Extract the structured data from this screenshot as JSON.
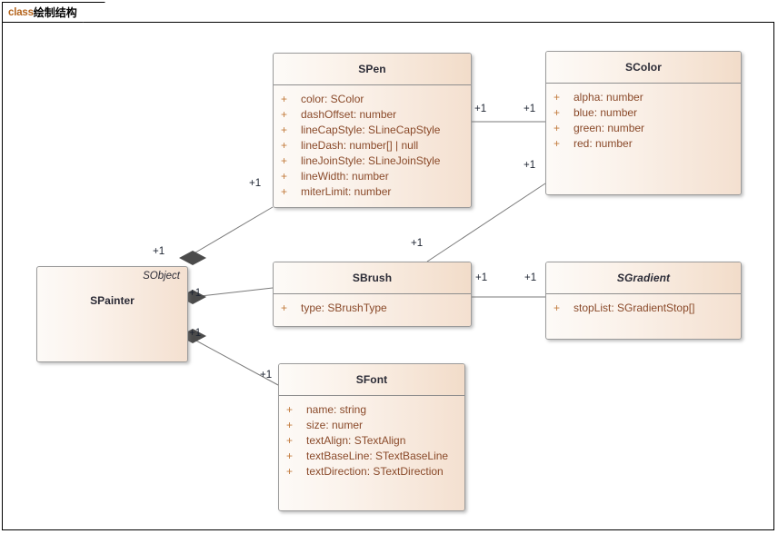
{
  "frame": {
    "keyword": "class",
    "name": "绘制结构"
  },
  "colors": {
    "class_border": "#9a9a9a",
    "class_fill_light": "#fdfaf7",
    "class_fill_dark": "#f4e0d0",
    "title_text": "#2b2b36",
    "attribute_text": "#8a4a2a",
    "visibility_text": "#c27a3c",
    "connector_line": "#7a7a7a",
    "diamond_fill": "#4b4b4b",
    "frame_border": "#000000",
    "tab_keyword": "#b5651d"
  },
  "classes": {
    "spen": {
      "name": "SPen",
      "abstract": false,
      "attributes": [
        {
          "visibility": "+",
          "text": "color: SColor"
        },
        {
          "visibility": "+",
          "text": "dashOffset: number"
        },
        {
          "visibility": "+",
          "text": "lineCapStyle: SLineCapStyle"
        },
        {
          "visibility": "+",
          "text": "lineDash: number[] | null"
        },
        {
          "visibility": "+",
          "text": "lineJoinStyle: SLineJoinStyle"
        },
        {
          "visibility": "+",
          "text": "lineWidth: number"
        },
        {
          "visibility": "+",
          "text": "miterLimit: number"
        }
      ]
    },
    "scolor": {
      "name": "SColor",
      "abstract": false,
      "attributes": [
        {
          "visibility": "+",
          "text": "alpha: number"
        },
        {
          "visibility": "+",
          "text": "blue: number"
        },
        {
          "visibility": "+",
          "text": "green: number"
        },
        {
          "visibility": "+",
          "text": "red: number"
        }
      ]
    },
    "spainter": {
      "name": "SPainter",
      "stereotype": "SObject",
      "abstract": false,
      "attributes": []
    },
    "sbrush": {
      "name": "SBrush",
      "abstract": false,
      "attributes": [
        {
          "visibility": "+",
          "text": "type: SBrushType"
        }
      ]
    },
    "sgradient": {
      "name": "SGradient",
      "abstract": true,
      "attributes": [
        {
          "visibility": "+",
          "text": "stopList: SGradientStop[]"
        }
      ]
    },
    "sfont": {
      "name": "SFont",
      "abstract": false,
      "attributes": [
        {
          "visibility": "+",
          "text": "name: string"
        },
        {
          "visibility": "+",
          "text": "size: numer"
        },
        {
          "visibility": "+",
          "text": "textAlign: STextAlign"
        },
        {
          "visibility": "+",
          "text": "textBaseLine: STextBaseLine"
        },
        {
          "visibility": "+",
          "text": "textDirection: STextDirection"
        }
      ]
    }
  },
  "multiplicities": {
    "painter_pen": "+1",
    "painter_brush": "+1",
    "painter_font": "+1",
    "pen_color_src": "+1",
    "pen_color_dst": "+1",
    "brush_color_src": "+1",
    "brush_color_dst": "+1",
    "brush_gradient_src": "+1",
    "brush_gradient_dst": "+1",
    "font_end": "+1"
  }
}
